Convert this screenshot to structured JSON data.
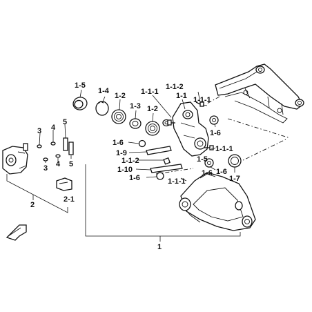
{
  "callouts": [
    {
      "id": "c1-5a",
      "text": "1-5"
    },
    {
      "id": "c1-4",
      "text": "1-4"
    },
    {
      "id": "c1-2a",
      "text": "1-2"
    },
    {
      "id": "c1-1-1a",
      "text": "1-1-1"
    },
    {
      "id": "c1-1",
      "text": "1-1"
    },
    {
      "id": "c1-1-2a",
      "text": "1-1-2"
    },
    {
      "id": "c1-1-1b",
      "text": "1-1-1"
    },
    {
      "id": "c1-3",
      "text": "1-3"
    },
    {
      "id": "c1-2b",
      "text": "1-2"
    },
    {
      "id": "c1-6a",
      "text": "1-6"
    },
    {
      "id": "c1-6b",
      "text": "1-6"
    },
    {
      "id": "c1-9",
      "text": "1-9"
    },
    {
      "id": "c1-1-2b",
      "text": "1-1-2"
    },
    {
      "id": "c1-10",
      "text": "1-10"
    },
    {
      "id": "c1-1-1c",
      "text": "1-1-1"
    },
    {
      "id": "c1-6c",
      "text": "1-6"
    },
    {
      "id": "c1-5b",
      "text": "1-5"
    },
    {
      "id": "c1-6d",
      "text": "1-6"
    },
    {
      "id": "c1-7",
      "text": "1-7"
    },
    {
      "id": "c1-6e",
      "text": "1-6"
    },
    {
      "id": "c1-1-1d",
      "text": "1-1-1"
    },
    {
      "id": "c3a",
      "text": "3"
    },
    {
      "id": "c4a",
      "text": "4"
    },
    {
      "id": "c5a",
      "text": "5"
    },
    {
      "id": "c3b",
      "text": "3"
    },
    {
      "id": "c4b",
      "text": "4"
    },
    {
      "id": "c5b",
      "text": "5"
    },
    {
      "id": "c2",
      "text": "2"
    },
    {
      "id": "c2-1",
      "text": "2-1"
    },
    {
      "id": "c1",
      "text": "1"
    }
  ]
}
